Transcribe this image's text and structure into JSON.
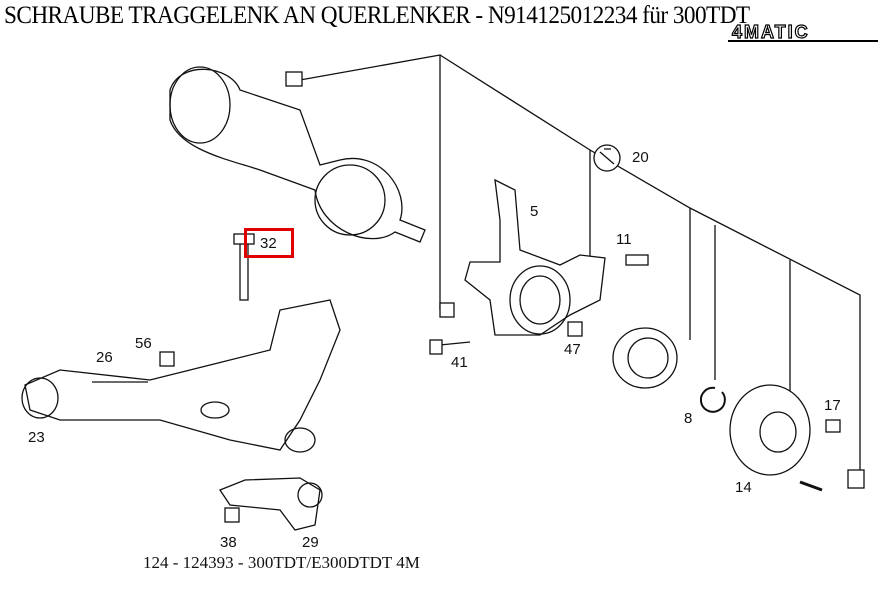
{
  "title": "SCHRAUBE TRAGGELENK AN QUERLENKER - N914125012234 für 300TDT",
  "logo_text": "4MATIC",
  "footer": "124 - 124393 - 300TDT/E300DTDT 4M",
  "highlight_color": "#e00000",
  "highlighted_part": "32",
  "parts": [
    {
      "id": "20",
      "label": "20"
    },
    {
      "id": "5",
      "label": "5"
    },
    {
      "id": "11",
      "label": "11"
    },
    {
      "id": "32",
      "label": "32"
    },
    {
      "id": "56",
      "label": "56"
    },
    {
      "id": "26",
      "label": "26"
    },
    {
      "id": "23",
      "label": "23"
    },
    {
      "id": "41",
      "label": "41"
    },
    {
      "id": "47",
      "label": "47"
    },
    {
      "id": "8",
      "label": "8"
    },
    {
      "id": "17",
      "label": "17"
    },
    {
      "id": "14",
      "label": "14"
    },
    {
      "id": "38",
      "label": "38"
    },
    {
      "id": "29",
      "label": "29"
    }
  ]
}
